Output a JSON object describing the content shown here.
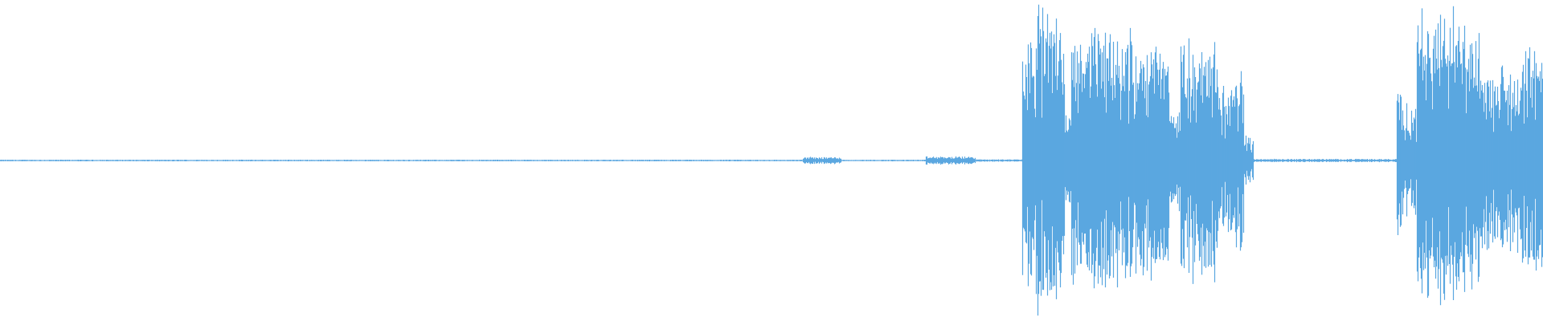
{
  "waveform": {
    "color": "#5ba7e0",
    "background": "#ffffff",
    "duration_fraction_note": "",
    "segments": [
      {
        "start": 0.0,
        "end": 0.52,
        "level": 0.004
      },
      {
        "start": 0.52,
        "end": 0.545,
        "level": 0.018
      },
      {
        "start": 0.545,
        "end": 0.6,
        "level": 0.004
      },
      {
        "start": 0.6,
        "end": 0.632,
        "level": 0.02
      },
      {
        "start": 0.632,
        "end": 0.662,
        "level": 0.006
      },
      {
        "start": 0.662,
        "end": 0.668,
        "level": 0.75
      },
      {
        "start": 0.668,
        "end": 0.685,
        "level": 0.92
      },
      {
        "start": 0.685,
        "end": 0.69,
        "level": 0.85
      },
      {
        "start": 0.69,
        "end": 0.694,
        "level": 0.3
      },
      {
        "start": 0.694,
        "end": 0.735,
        "level": 0.78
      },
      {
        "start": 0.735,
        "end": 0.758,
        "level": 0.72
      },
      {
        "start": 0.758,
        "end": 0.765,
        "level": 0.3
      },
      {
        "start": 0.765,
        "end": 0.79,
        "level": 0.74
      },
      {
        "start": 0.79,
        "end": 0.8,
        "level": 0.45
      },
      {
        "start": 0.8,
        "end": 0.806,
        "level": 0.55
      },
      {
        "start": 0.806,
        "end": 0.812,
        "level": 0.15
      },
      {
        "start": 0.812,
        "end": 0.905,
        "level": 0.008
      },
      {
        "start": 0.905,
        "end": 0.908,
        "level": 0.5
      },
      {
        "start": 0.908,
        "end": 0.918,
        "level": 0.35
      },
      {
        "start": 0.918,
        "end": 0.942,
        "level": 0.9
      },
      {
        "start": 0.942,
        "end": 0.96,
        "level": 0.8
      },
      {
        "start": 0.96,
        "end": 0.985,
        "level": 0.55
      },
      {
        "start": 0.985,
        "end": 1.0,
        "level": 0.7
      }
    ]
  }
}
